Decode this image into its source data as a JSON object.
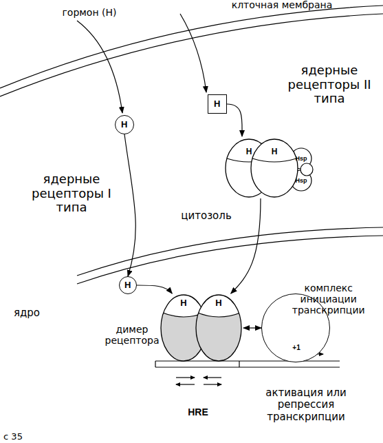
{
  "diagram": {
    "nodes": [
      {
        "text": [
          "H"
        ]
      },
      {
        "text": [
          "H"
        ]
      },
      {
        "text": [
          "H",
          "H",
          "Hsp",
          "Hsp"
        ]
      },
      {
        "text": [
          "H"
        ]
      },
      {
        "text": [
          "H",
          "H",
          "димер рецептора"
        ]
      },
      {
        "text": [
          "комплекс инициации транскрипции"
        ]
      }
    ],
    "edges": [
      {
        "from": 0,
        "to": 3,
        "arrow": "to"
      },
      {
        "from": 1,
        "to": 2,
        "arrow": "to"
      },
      {
        "from": 2,
        "to": 4,
        "arrow": "to"
      },
      {
        "from": 3,
        "to": 4,
        "arrow": "to"
      },
      {
        "from": 4,
        "to": 5,
        "arrow": "both"
      }
    ],
    "labels": [
      "гормон (H)",
      "клточная мембрана",
      "ядерные рецепторы II типа",
      "ядерные рецепторы I типа",
      "цитозоль",
      "ядро",
      "+1",
      "HRE",
      "активация или репрессия транскрипции",
      "с 35"
    ]
  }
}
